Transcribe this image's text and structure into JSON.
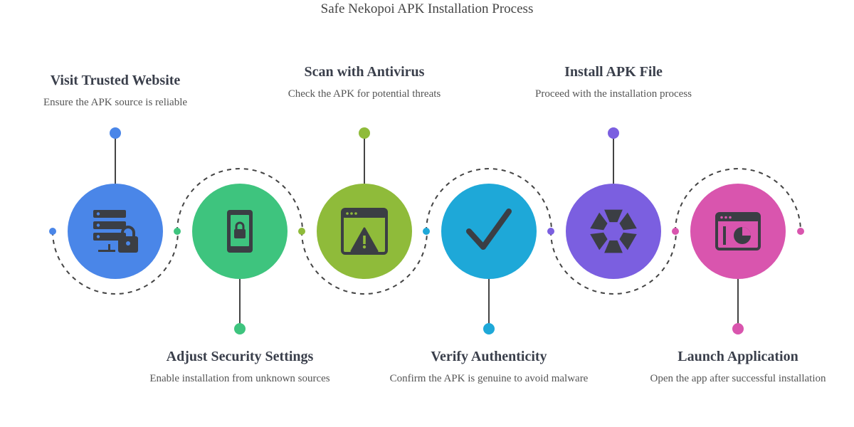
{
  "title": "Safe Nekopoi APK Installation Process",
  "colors": {
    "connector": "#444444",
    "icon": "#3b3e44"
  },
  "steps": [
    {
      "heading": "Visit Trusted Website",
      "description": "Ensure the APK source is reliable",
      "color": "#4a86e8",
      "icon": "server-lock-icon",
      "label_position": "top"
    },
    {
      "heading": "Adjust Security Settings",
      "description": "Enable installation from unknown sources",
      "color": "#3ec47e",
      "icon": "phone-lock-icon",
      "label_position": "bottom"
    },
    {
      "heading": "Scan with Antivirus",
      "description": "Check the APK for potential threats",
      "color": "#8fbb3a",
      "icon": "browser-warning-icon",
      "label_position": "top"
    },
    {
      "heading": "Verify Authenticity",
      "description": "Confirm the APK is genuine to avoid malware",
      "color": "#1ea8d8",
      "icon": "checkmark-icon",
      "label_position": "bottom"
    },
    {
      "heading": "Install APK File",
      "description": "Proceed with the installation process",
      "color": "#7b5fe0",
      "icon": "package-icon",
      "label_position": "top"
    },
    {
      "heading": "Launch Application",
      "description": "Open the app after successful installation",
      "color": "#d955ae",
      "icon": "app-window-chart-icon",
      "label_position": "bottom"
    }
  ]
}
